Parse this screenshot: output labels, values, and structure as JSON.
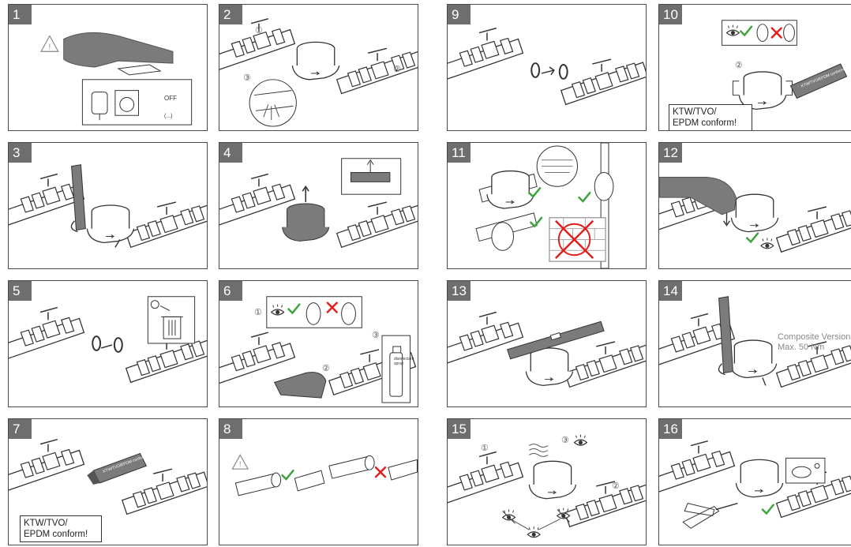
{
  "panels": [
    {
      "n": "1",
      "texts": {
        "off": "OFF",
        "dots": "(...)"
      }
    },
    {
      "n": "2",
      "circles": {
        "c1": "①",
        "c2": "②",
        "c3": "③"
      }
    },
    {
      "n": "3"
    },
    {
      "n": "4"
    },
    {
      "n": "5"
    },
    {
      "n": "6",
      "circles": {
        "c1": "①",
        "c2": "②",
        "c3": "③"
      },
      "spray_label": "disinfectant spray"
    },
    {
      "n": "7",
      "note_l1": "KTW/TVO/",
      "note_l2": "EPDM conform!",
      "tube_label": "KTW/TVO/EPDM conform"
    },
    {
      "n": "8"
    },
    {
      "n": "9"
    },
    {
      "n": "10",
      "circles": {
        "c2": "②"
      },
      "note_l1": "KTW/TVO/",
      "note_l2": "EPDM conform!",
      "tube_label": "KTW/TVO/EPDM conform"
    },
    {
      "n": "11"
    },
    {
      "n": "12"
    },
    {
      "n": "13"
    },
    {
      "n": "14",
      "torque_l1": "Composite Version",
      "torque_l2": "Max. 50 Nm"
    },
    {
      "n": "15",
      "circles": {
        "c1": "①",
        "c2": "②",
        "c3": "③"
      }
    },
    {
      "n": "16"
    }
  ],
  "colors": {
    "frame": "#4a4a4a",
    "badge": "#6e6e6e",
    "ok": "#3ea33a",
    "bad": "#e0201c",
    "grey": "#7b7b7b"
  }
}
